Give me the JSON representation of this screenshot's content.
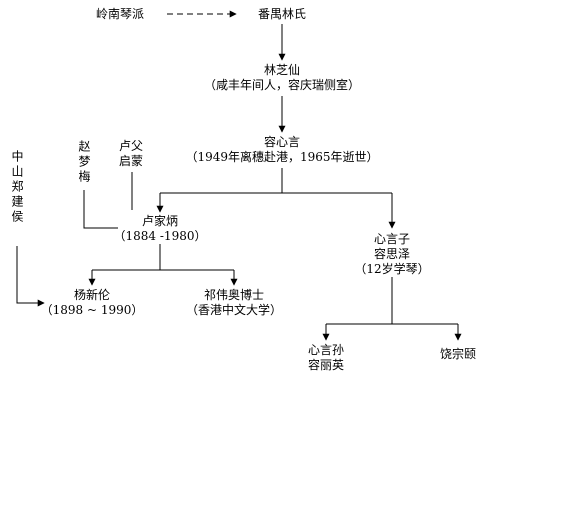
{
  "nodes": {
    "lingnan": {
      "name": "岭南琴派"
    },
    "panyu_lin": {
      "name": "番禺林氏"
    },
    "lin_zhixian": {
      "name": "林芝仙",
      "note": "（咸丰年间人，容庆瑞侧室）"
    },
    "rong_xinyan": {
      "name": "容心言",
      "note": "（1949年离穗赴港，1965年逝世）"
    },
    "lu_fu": {
      "name_line1": "卢父",
      "name_line2": "启蒙"
    },
    "zhao_mengmei": {
      "name": "赵梦梅"
    },
    "zhongshan_zheng": {
      "name": "中山郑建侯"
    },
    "lu_jiabing": {
      "name": "卢家炳",
      "note": "（1884 -1980）"
    },
    "rong_siz": {
      "name_line1": "心言子",
      "name_line2": "容思泽",
      "note": "（12岁学琴）"
    },
    "yang_xinlun": {
      "name": "杨新伦",
      "note": "（1898 ~ 1990）"
    },
    "qi_weiao": {
      "name": "祁伟奥博士",
      "note": "（香港中文大学）"
    },
    "rong_liying": {
      "name_line1": "心言孙",
      "name_line2": "容丽英"
    },
    "rao_zongyi": {
      "name": "饶宗颐"
    }
  }
}
